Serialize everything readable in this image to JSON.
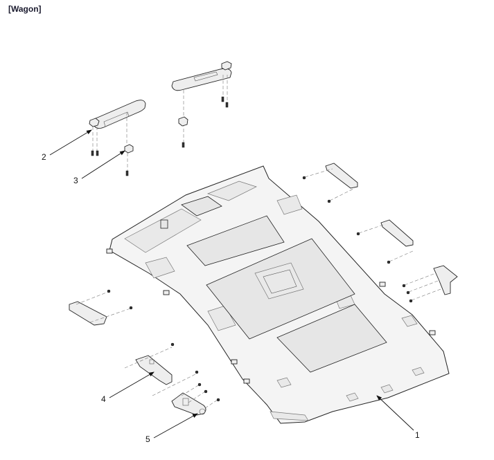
{
  "diagram": {
    "title": "[Wagon]",
    "type": "exploded-view parts diagram",
    "subject": "Roof headliner assembly",
    "callouts": [
      {
        "number": "1",
        "part": "headliner"
      },
      {
        "number": "2",
        "part": "sunvisor"
      },
      {
        "number": "3",
        "part": "sunvisor retainer"
      },
      {
        "number": "4",
        "part": "assist grip bracket"
      },
      {
        "number": "5",
        "part": "assist grip bracket"
      }
    ]
  },
  "colors": {
    "line": "#222222",
    "fill": "#eeeeee",
    "background": "#ffffff",
    "title": "#1a1a2e"
  }
}
